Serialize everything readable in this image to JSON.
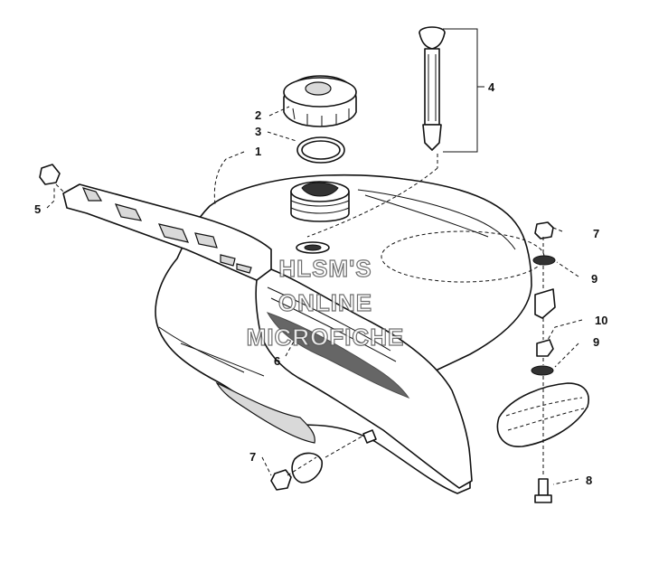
{
  "callouts": {
    "c1": "1",
    "c2": "2",
    "c3": "3",
    "c4": "4",
    "c5": "5",
    "c6": "6",
    "c7a": "7",
    "c7b": "7",
    "c8": "8",
    "c9a": "9",
    "c9b": "9",
    "c10": "10"
  },
  "watermark": {
    "line1": "HLSM'S",
    "line2": "ONLINE",
    "line3": "MICROFICHE"
  }
}
